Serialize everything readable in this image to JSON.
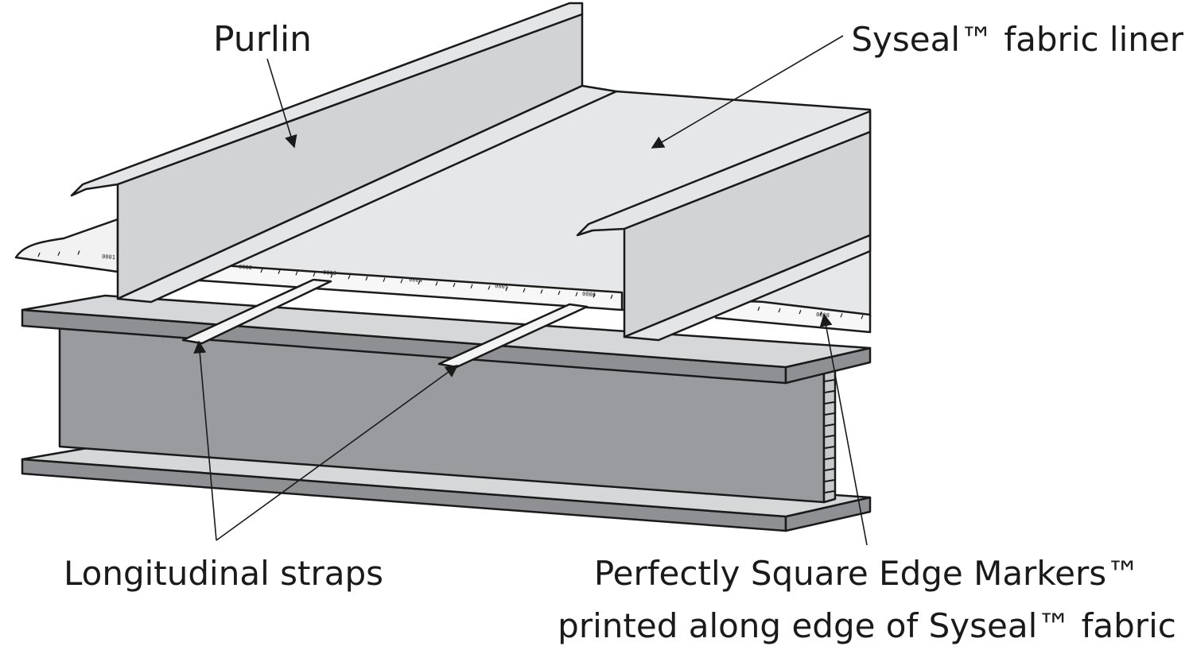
{
  "labels": {
    "purlin": "Purlin",
    "liner": "Syseal™ fabric liner",
    "straps": "Longitudinal straps",
    "markers_line1": "Perfectly Square Edge Markers™",
    "markers_line2": "printed along edge of Syseal™ fabric"
  },
  "edge_markers": [
    "0001",
    "0002",
    "0003",
    "0004",
    "0005",
    "0006",
    "0008"
  ],
  "colors": {
    "outline": "#1a1a1a",
    "purlin_face": "#d2d3d5",
    "purlin_top": "#e4e5e7",
    "fabric": "#e6e7e9",
    "beam_web": "#9a9b9e",
    "beam_flange": "#d6d7d9",
    "beam_flange_side": "#8f9093",
    "strap": "#f4f4f4"
  }
}
